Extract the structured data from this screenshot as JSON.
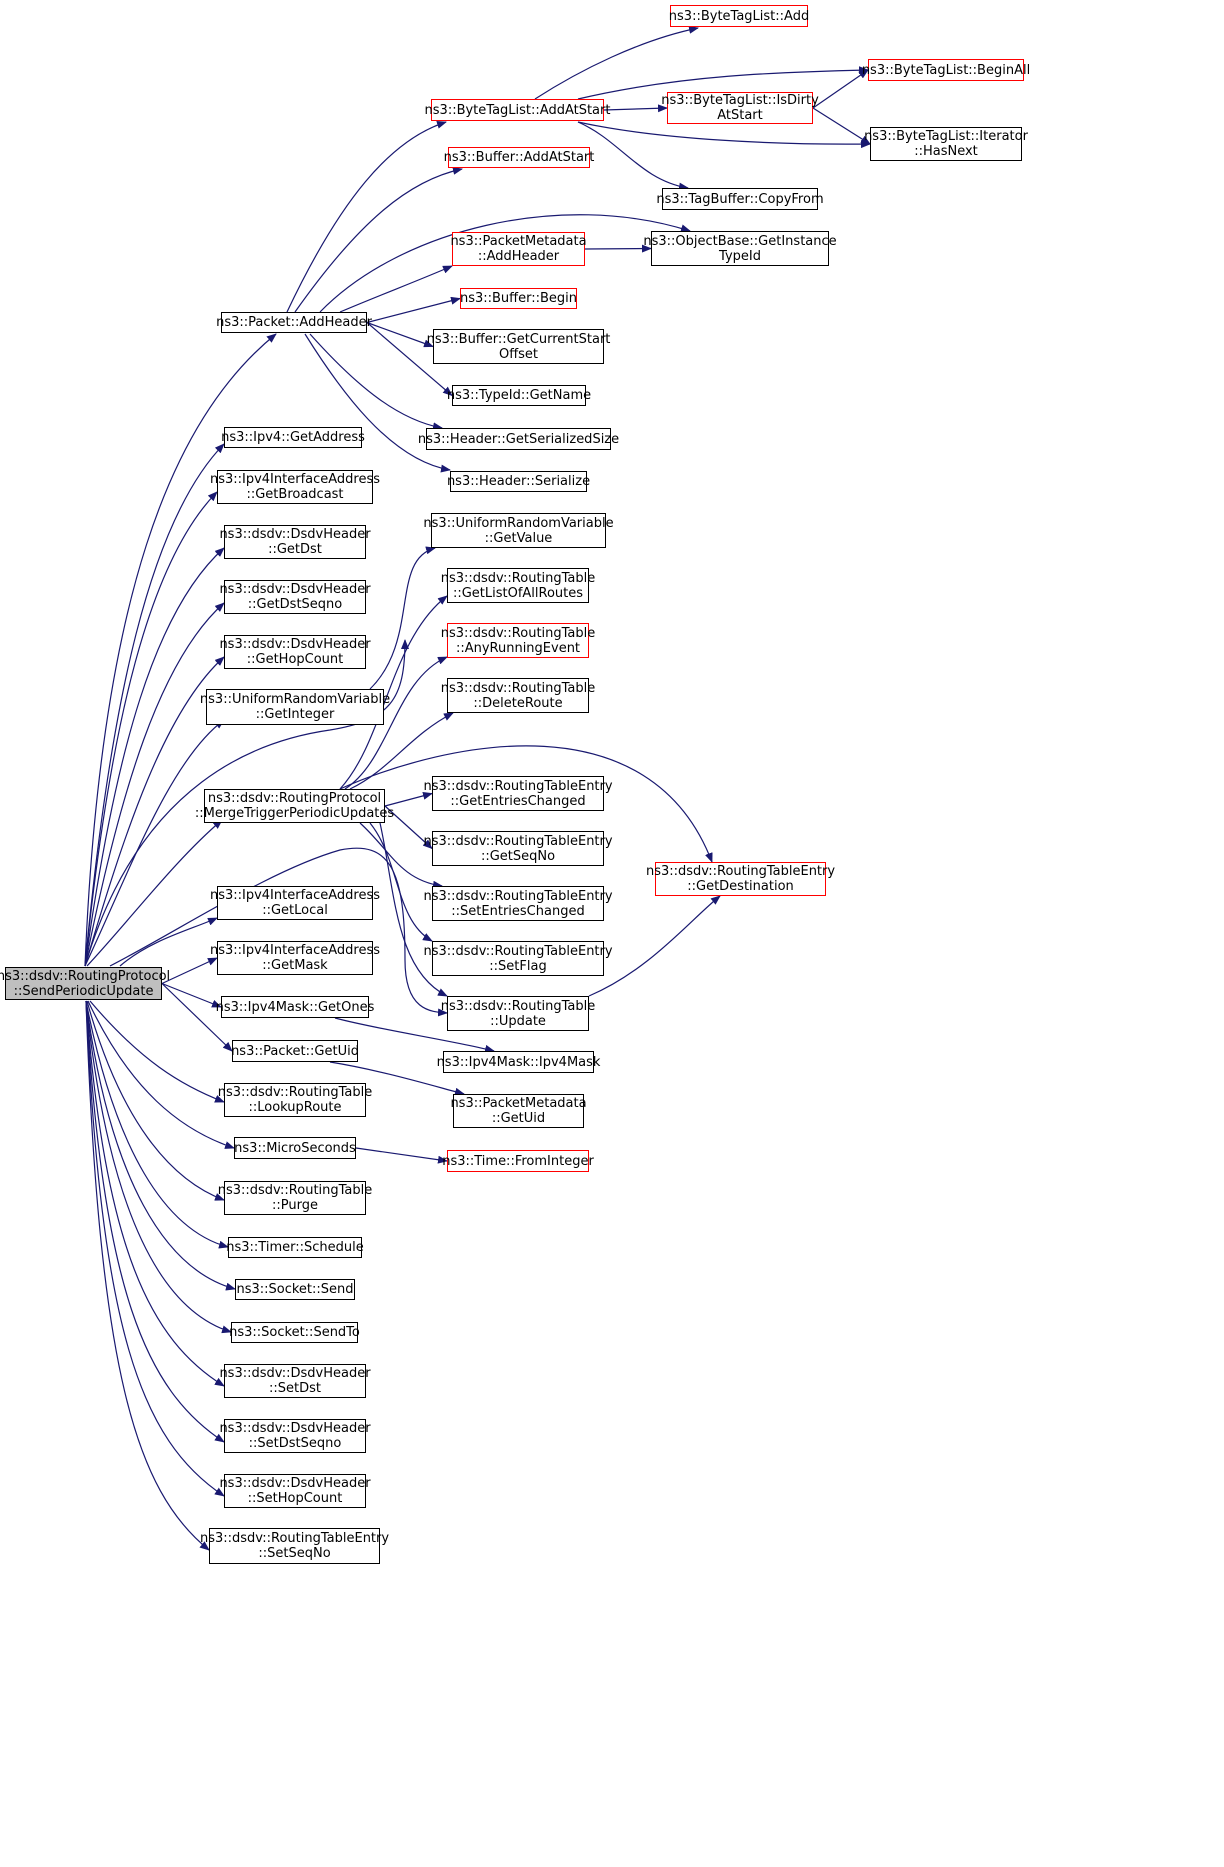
{
  "colors": {
    "edge": "#191970",
    "node_border": "#000000",
    "node_border_incomplete": "#ff0000",
    "root_fill": "#bfbfbf",
    "node_fill": "#ffffff"
  },
  "nodes": [
    {
      "id": "root",
      "label": "ns3::dsdv::RoutingProtocol\n::SendPeriodicUpdate",
      "style": "root"
    },
    {
      "id": "pkt_addheader",
      "label": "ns3::Packet::AddHeader",
      "style": "normal"
    },
    {
      "id": "ipv4_getaddress",
      "label": "ns3::Ipv4::GetAddress",
      "style": "normal"
    },
    {
      "id": "ifaddr_getbroadcast",
      "label": "ns3::Ipv4InterfaceAddress\n::GetBroadcast",
      "style": "normal"
    },
    {
      "id": "dsdvh_getdst",
      "label": "ns3::dsdv::DsdvHeader\n::GetDst",
      "style": "normal"
    },
    {
      "id": "dsdvh_getdstseqno",
      "label": "ns3::dsdv::DsdvHeader\n::GetDstSeqno",
      "style": "normal"
    },
    {
      "id": "dsdvh_gethopcount",
      "label": "ns3::dsdv::DsdvHeader\n::GetHopCount",
      "style": "normal"
    },
    {
      "id": "urv_getinteger",
      "label": "ns3::UniformRandomVariable\n::GetInteger",
      "style": "normal"
    },
    {
      "id": "rp_merge",
      "label": "ns3::dsdv::RoutingProtocol\n::MergeTriggerPeriodicUpdates",
      "style": "normal"
    },
    {
      "id": "ifaddr_getlocal",
      "label": "ns3::Ipv4InterfaceAddress\n::GetLocal",
      "style": "normal"
    },
    {
      "id": "ifaddr_getmask",
      "label": "ns3::Ipv4InterfaceAddress\n::GetMask",
      "style": "normal"
    },
    {
      "id": "mask_getones",
      "label": "ns3::Ipv4Mask::GetOnes",
      "style": "normal"
    },
    {
      "id": "pkt_getuid",
      "label": "ns3::Packet::GetUid",
      "style": "normal"
    },
    {
      "id": "rt_lookuproute",
      "label": "ns3::dsdv::RoutingTable\n::LookupRoute",
      "style": "normal"
    },
    {
      "id": "microseconds",
      "label": "ns3::MicroSeconds",
      "style": "normal"
    },
    {
      "id": "rt_purge",
      "label": "ns3::dsdv::RoutingTable\n::Purge",
      "style": "normal"
    },
    {
      "id": "timer_schedule",
      "label": "ns3::Timer::Schedule",
      "style": "normal"
    },
    {
      "id": "socket_send",
      "label": "ns3::Socket::Send",
      "style": "normal"
    },
    {
      "id": "socket_sendto",
      "label": "ns3::Socket::SendTo",
      "style": "normal"
    },
    {
      "id": "dsdvh_setdst",
      "label": "ns3::dsdv::DsdvHeader\n::SetDst",
      "style": "normal"
    },
    {
      "id": "dsdvh_setdstseqno",
      "label": "ns3::dsdv::DsdvHeader\n::SetDstSeqno",
      "style": "normal"
    },
    {
      "id": "dsdvh_sethopcount",
      "label": "ns3::dsdv::DsdvHeader\n::SetHopCount",
      "style": "normal"
    },
    {
      "id": "rte_setseqno",
      "label": "ns3::dsdv::RoutingTableEntry\n::SetSeqNo",
      "style": "normal"
    },
    {
      "id": "btl_add",
      "label": "ns3::ByteTagList::Add",
      "style": "red"
    },
    {
      "id": "btl_addatstart",
      "label": "ns3::ByteTagList::AddAtStart",
      "style": "red"
    },
    {
      "id": "buf_addatstart",
      "label": "ns3::Buffer::AddAtStart",
      "style": "red"
    },
    {
      "id": "pm_addheader",
      "label": "ns3::PacketMetadata\n::AddHeader",
      "style": "red"
    },
    {
      "id": "buf_begin",
      "label": "ns3::Buffer::Begin",
      "style": "red"
    },
    {
      "id": "buf_getcurrentstartoffset",
      "label": "ns3::Buffer::GetCurrentStart\nOffset",
      "style": "normal"
    },
    {
      "id": "typeid_getname",
      "label": "ns3::TypeId::GetName",
      "style": "normal"
    },
    {
      "id": "hdr_getserializedsize",
      "label": "ns3::Header::GetSerializedSize",
      "style": "normal"
    },
    {
      "id": "hdr_serialize",
      "label": "ns3::Header::Serialize",
      "style": "normal"
    },
    {
      "id": "urv_getvalue",
      "label": "ns3::UniformRandomVariable\n::GetValue",
      "style": "normal"
    },
    {
      "id": "rt_getlistofallroutes",
      "label": "ns3::dsdv::RoutingTable\n::GetListOfAllRoutes",
      "style": "normal"
    },
    {
      "id": "rt_anyrunningevent",
      "label": "ns3::dsdv::RoutingTable\n::AnyRunningEvent",
      "style": "red"
    },
    {
      "id": "rt_deleteroute",
      "label": "ns3::dsdv::RoutingTable\n::DeleteRoute",
      "style": "normal"
    },
    {
      "id": "rte_getentrieschanged",
      "label": "ns3::dsdv::RoutingTableEntry\n::GetEntriesChanged",
      "style": "normal"
    },
    {
      "id": "rte_getseqno",
      "label": "ns3::dsdv::RoutingTableEntry\n::GetSeqNo",
      "style": "normal"
    },
    {
      "id": "rte_setentrieschanged",
      "label": "ns3::dsdv::RoutingTableEntry\n::SetEntriesChanged",
      "style": "normal"
    },
    {
      "id": "rte_setflag",
      "label": "ns3::dsdv::RoutingTableEntry\n::SetFlag",
      "style": "normal"
    },
    {
      "id": "rt_update",
      "label": "ns3::dsdv::RoutingTable\n::Update",
      "style": "normal"
    },
    {
      "id": "mask_ipv4mask",
      "label": "ns3::Ipv4Mask::Ipv4Mask",
      "style": "normal"
    },
    {
      "id": "pm_getuid",
      "label": "ns3::PacketMetadata\n::GetUid",
      "style": "normal"
    },
    {
      "id": "time_frominteger",
      "label": "ns3::Time::FromInteger",
      "style": "red"
    },
    {
      "id": "btl_isdirtyatstart",
      "label": "ns3::ByteTagList::IsDirty\nAtStart",
      "style": "red"
    },
    {
      "id": "tagbuffer_copyfrom",
      "label": "ns3::TagBuffer::CopyFrom",
      "style": "normal"
    },
    {
      "id": "objbase_getinstancetypeid",
      "label": "ns3::ObjectBase::GetInstance\nTypeId",
      "style": "normal"
    },
    {
      "id": "btl_beginall",
      "label": "ns3::ByteTagList::BeginAll",
      "style": "red"
    },
    {
      "id": "btl_iter_hasnext",
      "label": "ns3::ByteTagList::Iterator\n::HasNext",
      "style": "normal"
    },
    {
      "id": "rte_getdestination",
      "label": "ns3::dsdv::RoutingTableEntry\n::GetDestination",
      "style": "red"
    }
  ],
  "edges": [
    [
      "root",
      "pkt_addheader"
    ],
    [
      "root",
      "ipv4_getaddress"
    ],
    [
      "root",
      "ifaddr_getbroadcast"
    ],
    [
      "root",
      "dsdvh_getdst"
    ],
    [
      "root",
      "dsdvh_getdstseqno"
    ],
    [
      "root",
      "dsdvh_gethopcount"
    ],
    [
      "root",
      "urv_getinteger"
    ],
    [
      "root",
      "rp_merge"
    ],
    [
      "root",
      "rt_getlistofallroutes"
    ],
    [
      "root",
      "rt_update"
    ],
    [
      "root",
      "ifaddr_getlocal"
    ],
    [
      "root",
      "ifaddr_getmask"
    ],
    [
      "root",
      "mask_getones"
    ],
    [
      "root",
      "pkt_getuid"
    ],
    [
      "root",
      "rt_lookuproute"
    ],
    [
      "root",
      "microseconds"
    ],
    [
      "root",
      "rt_purge"
    ],
    [
      "root",
      "timer_schedule"
    ],
    [
      "root",
      "socket_send"
    ],
    [
      "root",
      "socket_sendto"
    ],
    [
      "root",
      "dsdvh_setdst"
    ],
    [
      "root",
      "dsdvh_setdstseqno"
    ],
    [
      "root",
      "dsdvh_sethopcount"
    ],
    [
      "root",
      "rte_setseqno"
    ],
    [
      "pkt_addheader",
      "btl_addatstart"
    ],
    [
      "pkt_addheader",
      "buf_addatstart"
    ],
    [
      "pkt_addheader",
      "objbase_getinstancetypeid"
    ],
    [
      "pkt_addheader",
      "pm_addheader"
    ],
    [
      "pkt_addheader",
      "buf_begin"
    ],
    [
      "pkt_addheader",
      "buf_getcurrentstartoffset"
    ],
    [
      "pkt_addheader",
      "typeid_getname"
    ],
    [
      "pkt_addheader",
      "hdr_getserializedsize"
    ],
    [
      "pkt_addheader",
      "hdr_serialize"
    ],
    [
      "btl_addatstart",
      "btl_add"
    ],
    [
      "btl_addatstart",
      "btl_beginall"
    ],
    [
      "btl_addatstart",
      "btl_isdirtyatstart"
    ],
    [
      "btl_addatstart",
      "btl_iter_hasnext"
    ],
    [
      "btl_addatstart",
      "tagbuffer_copyfrom"
    ],
    [
      "btl_isdirtyatstart",
      "btl_beginall"
    ],
    [
      "btl_isdirtyatstart",
      "btl_iter_hasnext"
    ],
    [
      "pm_addheader",
      "objbase_getinstancetypeid"
    ],
    [
      "urv_getinteger",
      "urv_getvalue"
    ],
    [
      "rp_merge",
      "rt_getlistofallroutes"
    ],
    [
      "rp_merge",
      "rt_anyrunningevent"
    ],
    [
      "rp_merge",
      "rt_deleteroute"
    ],
    [
      "rp_merge",
      "rte_getdestination"
    ],
    [
      "rp_merge",
      "rte_getentrieschanged"
    ],
    [
      "rp_merge",
      "rte_getseqno"
    ],
    [
      "rp_merge",
      "rte_setentrieschanged"
    ],
    [
      "rp_merge",
      "rte_setflag"
    ],
    [
      "rp_merge",
      "rt_update"
    ],
    [
      "rt_update",
      "rte_getdestination"
    ],
    [
      "mask_getones",
      "mask_ipv4mask"
    ],
    [
      "pkt_getuid",
      "pm_getuid"
    ],
    [
      "microseconds",
      "time_frominteger"
    ]
  ]
}
